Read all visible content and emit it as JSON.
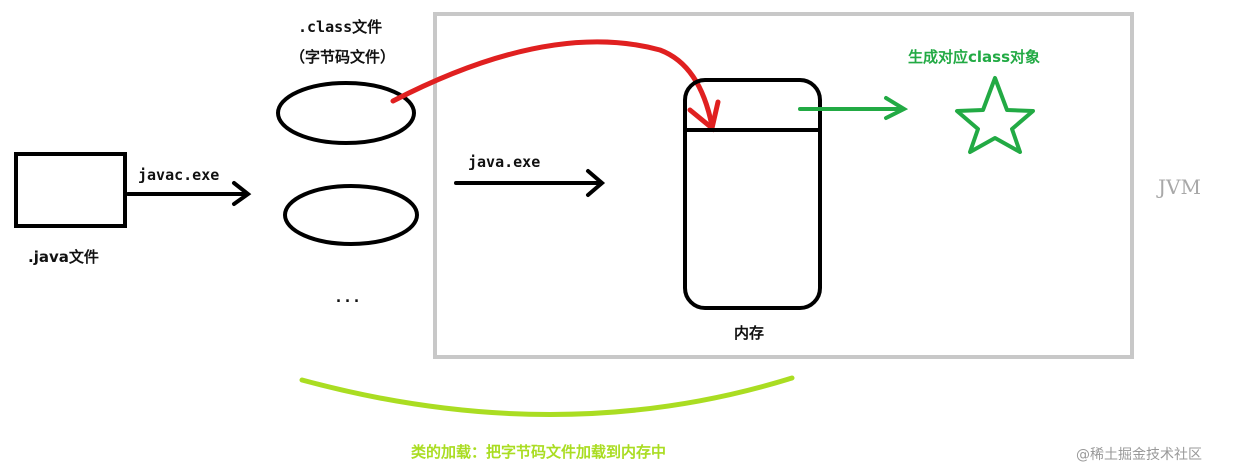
{
  "labels": {
    "javac": "javac.exe",
    "java_file": ".java文件",
    "class_file_line1": ".class文件",
    "class_file_line2": "（字节码文件）",
    "ellipsis": "...",
    "java_exe": "java.exe",
    "memory": "内存",
    "generate_object": "生成对应class对象",
    "jvm": "JVM",
    "class_loading": "类的加载：把字节码文件加载到内存中",
    "watermark": "@稀土掘金技术社区"
  },
  "colors": {
    "stroke": "#000000",
    "jvm_box": "#c8c8c8",
    "jvm_text": "#a8a8a8",
    "red_arrow": "#e02020",
    "green": "#22aa44",
    "yellow_green": "#aadd22",
    "watermark": "#999999"
  },
  "icons": {
    "object": "star-icon"
  }
}
